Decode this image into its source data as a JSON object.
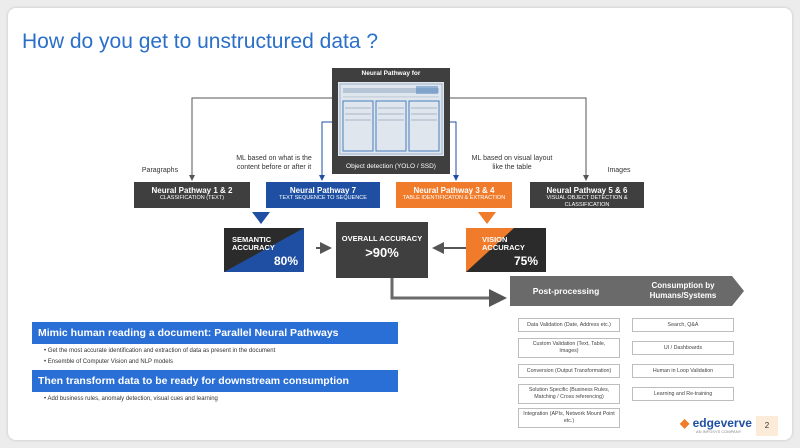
{
  "title": "How do you get to unstructured data ?",
  "top_box": {
    "header": "Neural Pathway for",
    "footer": "Object detection (YOLO / SSD)"
  },
  "labels": {
    "paragraphs": "Paragraphs",
    "ml_content": "ML based on what is the content before or after it",
    "ml_visual": "ML based on visual layout like the table",
    "images": "Images"
  },
  "pathways": [
    {
      "name": "Neural Pathway 1 & 2",
      "sub": "CLASSIFICATION (TEXT)"
    },
    {
      "name": "Neural Pathway 7",
      "sub": "TEXT SEQUENCE TO SEQUENCE"
    },
    {
      "name": "Neural Pathway 3 & 4",
      "sub": "TABLE IDENTIFICATON & EXTRACTION"
    },
    {
      "name": "Neural Pathway 5 & 6",
      "sub": "VISUAL OBJECT DETECTION & CLASSIFICATION"
    }
  ],
  "semantic": {
    "label_1": "SEMANTIC",
    "label_2": "ACCURACY",
    "value": "80%"
  },
  "vision": {
    "label_1": "VISION",
    "label_2": "ACCURACY",
    "value": "75%"
  },
  "overall": {
    "label": "OVERALL ACCURACY",
    "value": ">90%"
  },
  "postprocessing": {
    "header": "Post-processing",
    "items": [
      "Data Validation (Date, Address etc.)",
      "Custom Validation (Text, Table, Images)",
      "Conversion (Output Transformation)",
      "Solution Specific (Business Rules, Matching / Cross referencing)",
      "Integration (APIs, Network Mount Point etc.)"
    ]
  },
  "consumption": {
    "header": "Consumption by Humans/Systems",
    "items": [
      "Search, Q&A",
      "UI / Dashboards",
      "Human in Loop Validation",
      "Learning and Re-training"
    ]
  },
  "banner1": {
    "text": "Mimic human reading a document: Parallel Neural Pathways",
    "bullets": [
      "Get the most accurate identification and extraction of data as present in the document",
      "Ensemble of Computer Vision and NLP models"
    ]
  },
  "banner2": {
    "text": "Then transform data to be ready for downstream consumption",
    "bullets": [
      "Add business rules, anomaly detection, visual cues and learning"
    ]
  },
  "brand": {
    "name": "edgeverve",
    "tagline": "AN INFOSYS COMPANY"
  },
  "page_number": "2",
  "colors": {
    "title_blue": "#2a6fc9",
    "dark": "#3f3f3f",
    "blue": "#1f4fa3",
    "orange": "#f07b2a",
    "gray_chevron": "#6a6a6a"
  }
}
